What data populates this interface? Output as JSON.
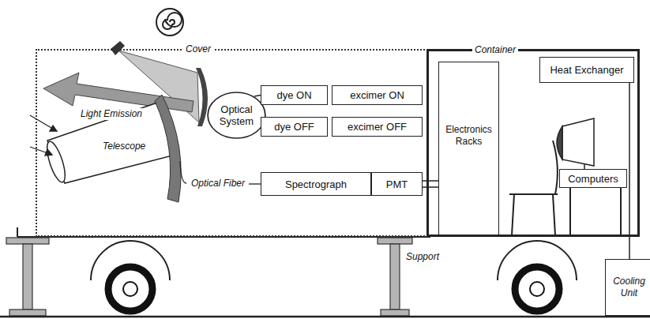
{
  "diagram": {
    "nodes": [
      {
        "text": [
          "Cover"
        ]
      },
      {
        "text": [
          "Optical System"
        ],
        "in": 0
      },
      {
        "text": [
          "dye ON"
        ],
        "in": 0
      },
      {
        "text": [
          "excimer ON"
        ],
        "in": 0
      },
      {
        "text": [
          "dye OFF"
        ],
        "in": 0
      },
      {
        "text": [
          "excimer OFF"
        ],
        "in": 0
      },
      {
        "text": [
          "Spectrograph"
        ],
        "in": 0
      },
      {
        "text": [
          "PMT"
        ],
        "in": 0
      },
      {
        "text": [
          "Container"
        ]
      },
      {
        "text": [
          "Heat Exchanger"
        ],
        "in": 8
      },
      {
        "text": [
          "Electronics Racks"
        ],
        "in": 8
      },
      {
        "text": [
          "Computers"
        ],
        "in": 8
      },
      {
        "text": [
          "Cooling Unit"
        ]
      }
    ],
    "edges": [
      {
        "from": 1,
        "to": 2,
        "arrow": "none"
      },
      {
        "from": 1,
        "to": 4,
        "arrow": "none"
      },
      {
        "from": 7,
        "to": 10,
        "arrow": "none"
      },
      {
        "from": 9,
        "to": 12,
        "arrow": "none"
      }
    ],
    "labels": [
      "Light Emission",
      "Telescope",
      "Optical Fiber",
      "Support"
    ]
  }
}
